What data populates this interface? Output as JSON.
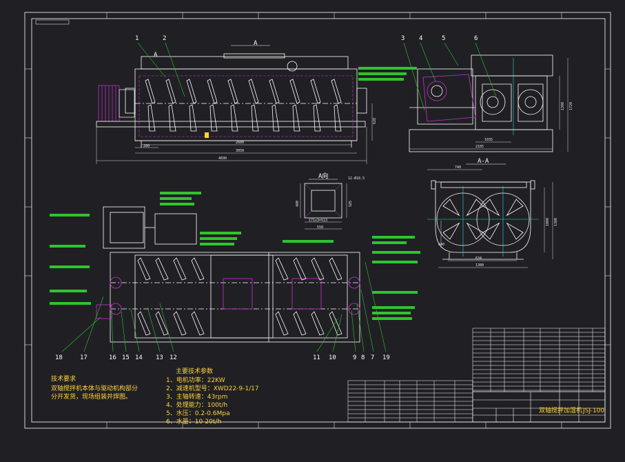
{
  "colors": {
    "background": "#202024",
    "linework": "#ffffff",
    "callout": "#2ec52e",
    "hidden": "#cf2ecf",
    "section": "#2fd7d7",
    "text": "#ffd23a",
    "dim": "#dcdcdc"
  },
  "top_callouts": [
    "1",
    "2",
    "3",
    "4",
    "5",
    "6"
  ],
  "bottom_callouts_left": [
    "18",
    "17",
    "16",
    "15",
    "14",
    "13",
    "12"
  ],
  "bottom_callouts_right": [
    "11",
    "10",
    "9",
    "8",
    "7",
    "19"
  ],
  "view_labels": {
    "view_a_top": "A",
    "view_a_title": "A向",
    "section_aa": "A-A"
  },
  "dimensions": {
    "front_total": "4690",
    "front_body": "3050",
    "front_pitch": "2600",
    "front_left": "280",
    "front_height": "628",
    "side_total": "2105",
    "side_inner": "1035",
    "side_h1": "1390",
    "side_h2": "1720",
    "section_w1": "740",
    "section_w2": "634",
    "section_w3": "1380",
    "section_h1": "1000",
    "section_h2": "1380",
    "section_low": "640",
    "portA_side": "12-Ø18.5",
    "portA_w": "171x3=513",
    "portA_w2": "550",
    "portA_h": "480",
    "portA_h2": "585"
  },
  "tech_requirements": {
    "title": "技术要求",
    "lines": [
      "双轴搅拌机本体与驱动机构部分",
      "分开发货，现场组装并焊图。"
    ]
  },
  "main_params": {
    "title": "主要技术参数",
    "items": [
      "1、电机功率：22KW",
      "2、减速机型号：XWD22-9-1/17",
      "3、主轴转速：43rpm",
      "4、处理能力：100t/h",
      "5、水压：0.2-0.6Mpa",
      "6、水量：10-20t/h"
    ]
  },
  "title_block": {
    "drawing_name": "双轴搅拌加湿机",
    "code": "JSJ-100"
  }
}
